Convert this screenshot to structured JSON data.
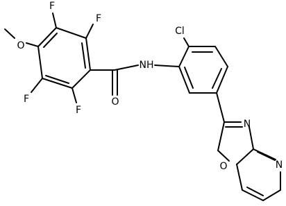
{
  "atom_labels": {
    "f1": "F",
    "f2": "F",
    "f3": "F",
    "f4": "F",
    "o_methoxy": "O",
    "o_carbonyl": "O",
    "nh": "NH",
    "cl": "Cl",
    "n_oxazole": "N",
    "o_oxazole": "O",
    "n_pyridine": "N"
  }
}
